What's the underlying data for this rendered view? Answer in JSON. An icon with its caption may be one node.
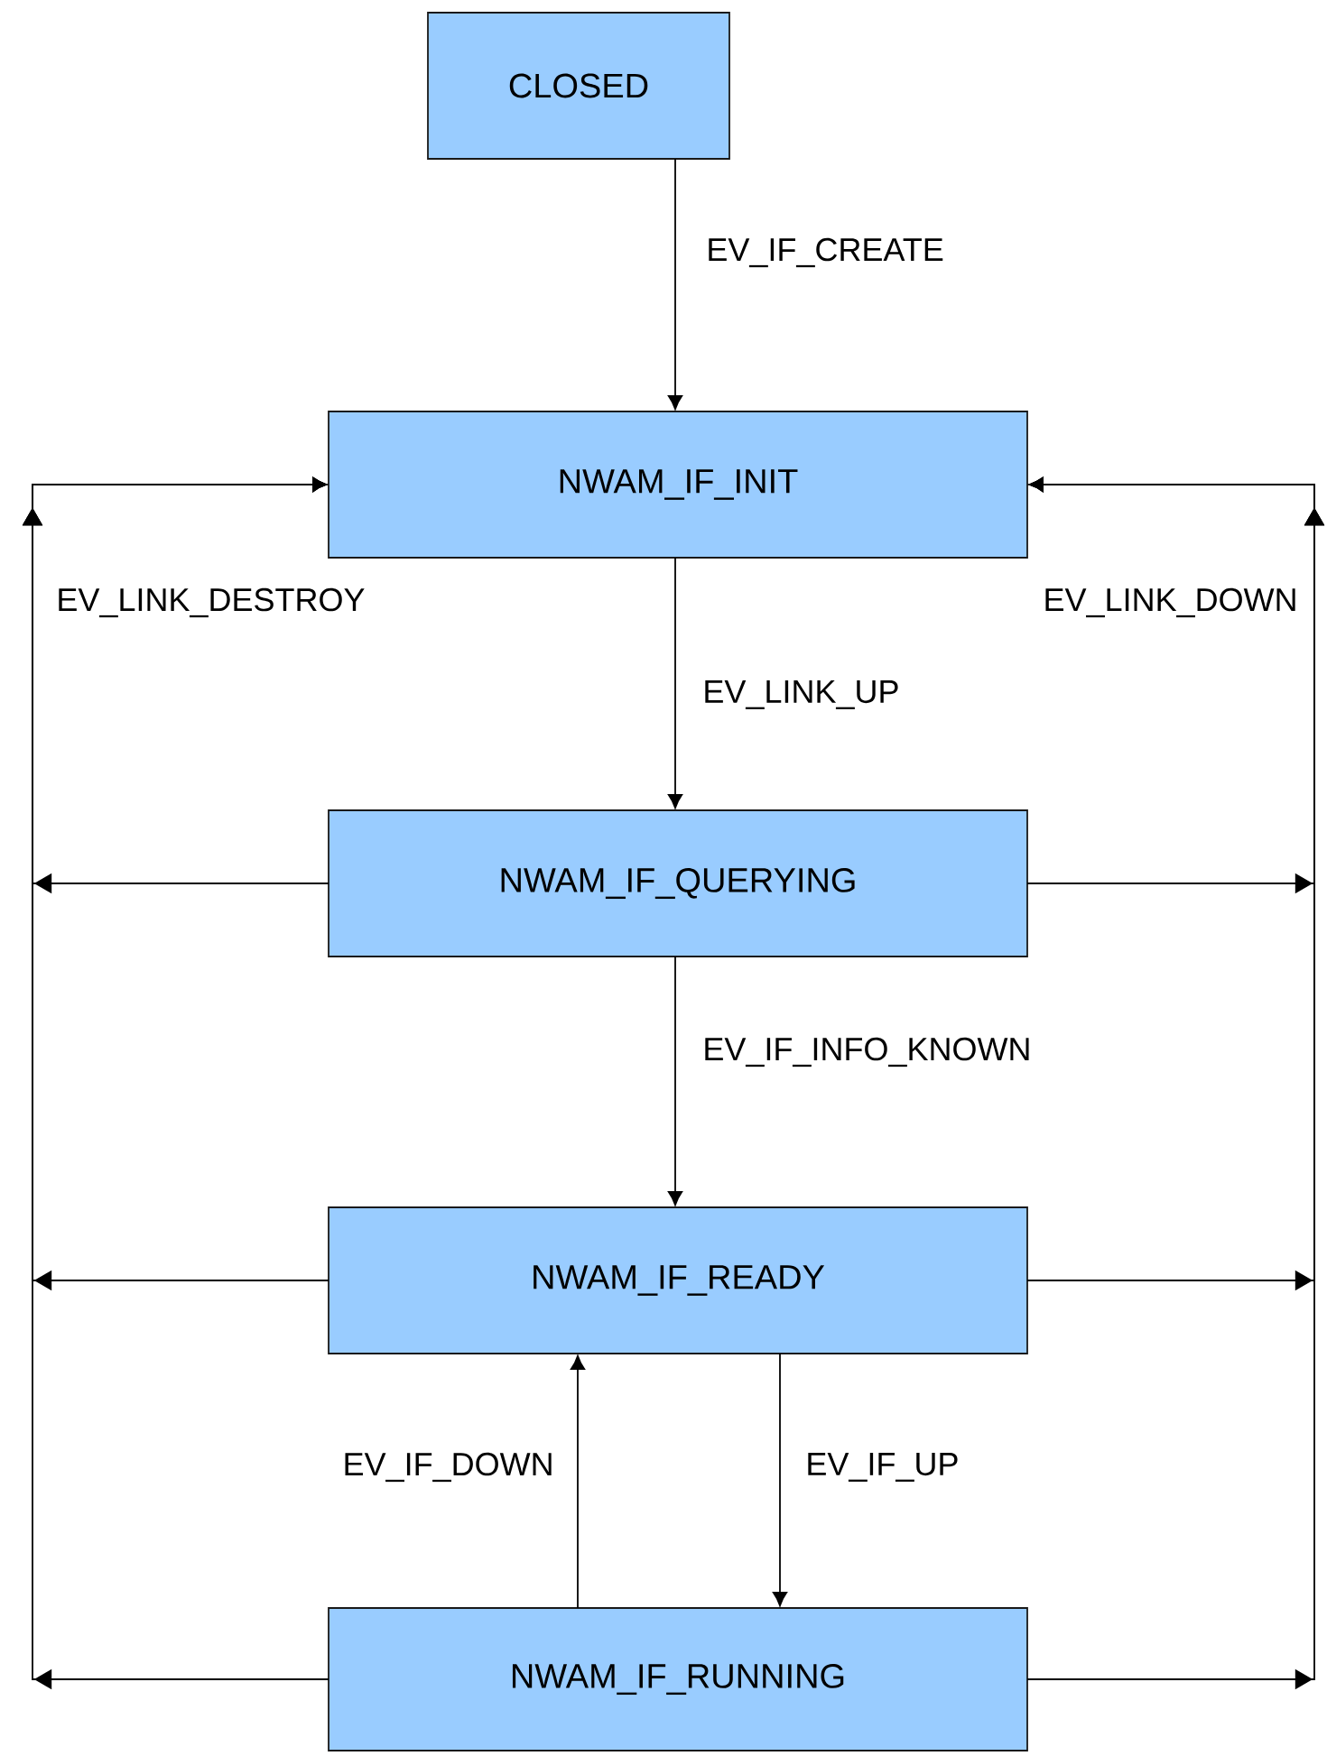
{
  "diagram": {
    "nodes": [
      {
        "text": [
          "CLOSED"
        ]
      },
      {
        "text": [
          "NWAM_IF_INIT"
        ]
      },
      {
        "text": [
          "NWAM_IF_QUERYING"
        ]
      },
      {
        "text": [
          "NWAM_IF_READY"
        ]
      },
      {
        "text": [
          "NWAM_IF_RUNNING"
        ]
      }
    ],
    "edges": [
      {
        "from": 0,
        "to": 1,
        "arrow": "to",
        "label": "EV_IF_CREATE"
      },
      {
        "from": 1,
        "to": 2,
        "arrow": "to",
        "label": "EV_LINK_UP"
      },
      {
        "from": 2,
        "to": 3,
        "arrow": "to",
        "label": "EV_IF_INFO_KNOWN"
      },
      {
        "from": 3,
        "to": 4,
        "arrow": "to",
        "label": "EV_IF_UP"
      },
      {
        "from": 4,
        "to": 3,
        "arrow": "to",
        "label": "EV_IF_DOWN"
      },
      {
        "from": 2,
        "to": 1,
        "arrow": "to",
        "label": "EV_LINK_DESTROY"
      },
      {
        "from": 3,
        "to": 1,
        "arrow": "to"
      },
      {
        "from": 4,
        "to": 1,
        "arrow": "to"
      },
      {
        "from": 2,
        "to": 1,
        "arrow": "to",
        "label": "EV_LINK_DOWN"
      },
      {
        "from": 3,
        "to": 1,
        "arrow": "to"
      },
      {
        "from": 4,
        "to": 1,
        "arrow": "to"
      }
    ]
  }
}
